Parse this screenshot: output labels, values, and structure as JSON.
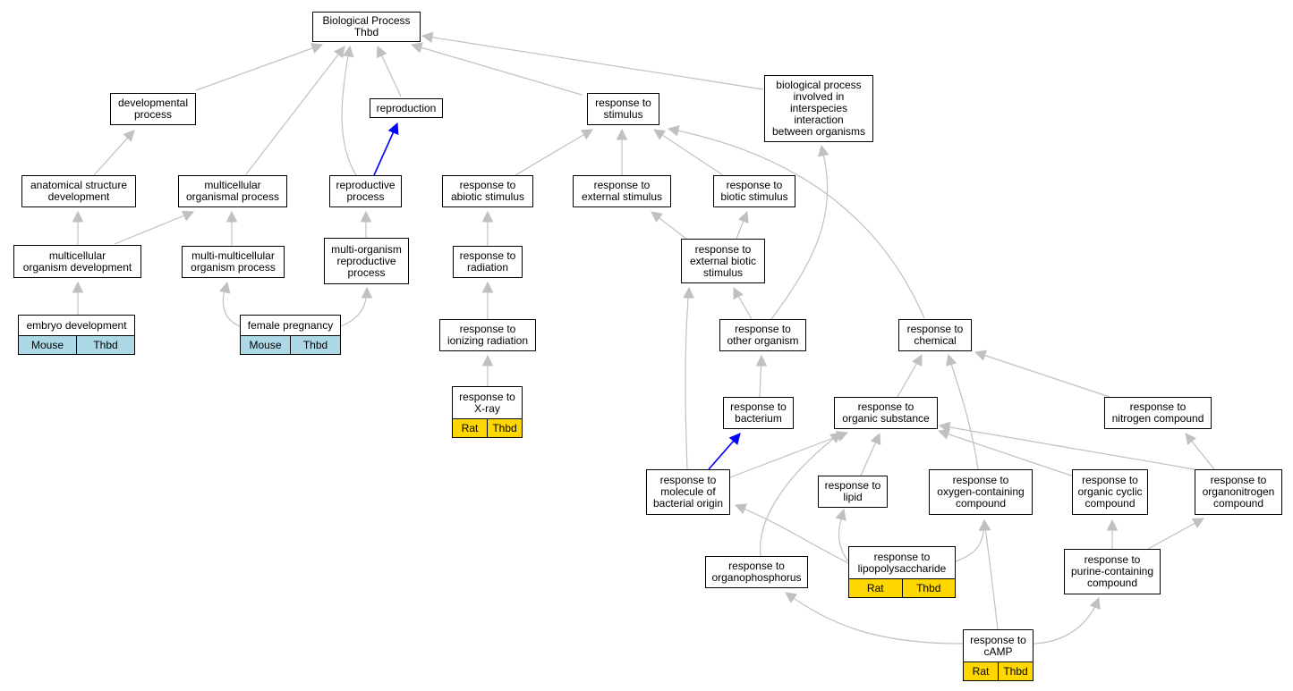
{
  "colors": {
    "edge": "#c0c0c0",
    "edge_highlight": "#0000ff",
    "mouse_annotation": "#add8e6",
    "rat_annotation": "#ffd700"
  },
  "nodes": {
    "bp": "Biological Process\nThbd",
    "developmental_process": "developmental\nprocess",
    "reproduction": "reproduction",
    "response_to_stimulus": "response to\nstimulus",
    "interspecies": "biological process\ninvolved in\ninterspecies\ninteraction\nbetween organisms",
    "anatomical_structure_development": "anatomical structure\ndevelopment",
    "multicellular_organismal_process": "multicellular\norganismal process",
    "reproductive_process": "reproductive\nprocess",
    "response_to_abiotic_stimulus": "response to\nabiotic stimulus",
    "response_to_external_stimulus": "response to\nexternal stimulus",
    "response_to_biotic_stimulus": "response to\nbiotic stimulus",
    "multicellular_organism_development": "multicellular\norganism development",
    "multi_multicellular_organism_process": "multi-multicellular\norganism process",
    "multi_organism_reproductive_process": "multi-organism\nreproductive\nprocess",
    "response_to_radiation": "response to\nradiation",
    "response_to_external_biotic_stimulus": "response to\nexternal biotic\nstimulus",
    "embryo_development": "embryo development",
    "female_pregnancy": "female pregnancy",
    "response_to_ionizing_radiation": "response to\nionizing radiation",
    "response_to_other_organism": "response to\nother organism",
    "response_to_chemical": "response to\nchemical",
    "response_to_x_ray": "response to\nX-ray",
    "response_to_bacterium": "response to\nbacterium",
    "response_to_organic_substance": "response to\norganic substance",
    "response_to_nitrogen_compound": "response to\nnitrogen compound",
    "response_to_molecule_of_bacterial_origin": "response to\nmolecule of\nbacterial origin",
    "response_to_lipid": "response to\nlipid",
    "response_to_oxygen_containing_compound": "response to\noxygen-containing\ncompound",
    "response_to_organic_cyclic_compound": "response to\norganic cyclic\ncompound",
    "response_to_organonitrogen_compound": "response to\norganonitrogen\ncompound",
    "response_to_lipopolysaccharide": "response to\nlipopolysaccharide",
    "response_to_organophosphorus": "response to\norganophosphorus",
    "response_to_purine_containing_compound": "response to\npurine-containing\ncompound",
    "response_to_camp": "response to\ncAMP"
  },
  "annotations": {
    "embryo_development": [
      "Mouse",
      "Thbd"
    ],
    "female_pregnancy": [
      "Mouse",
      "Thbd"
    ],
    "response_to_x_ray": [
      "Rat",
      "Thbd"
    ],
    "response_to_lipopolysaccharide": [
      "Rat",
      "Thbd"
    ],
    "response_to_camp": [
      "Rat",
      "Thbd"
    ]
  }
}
